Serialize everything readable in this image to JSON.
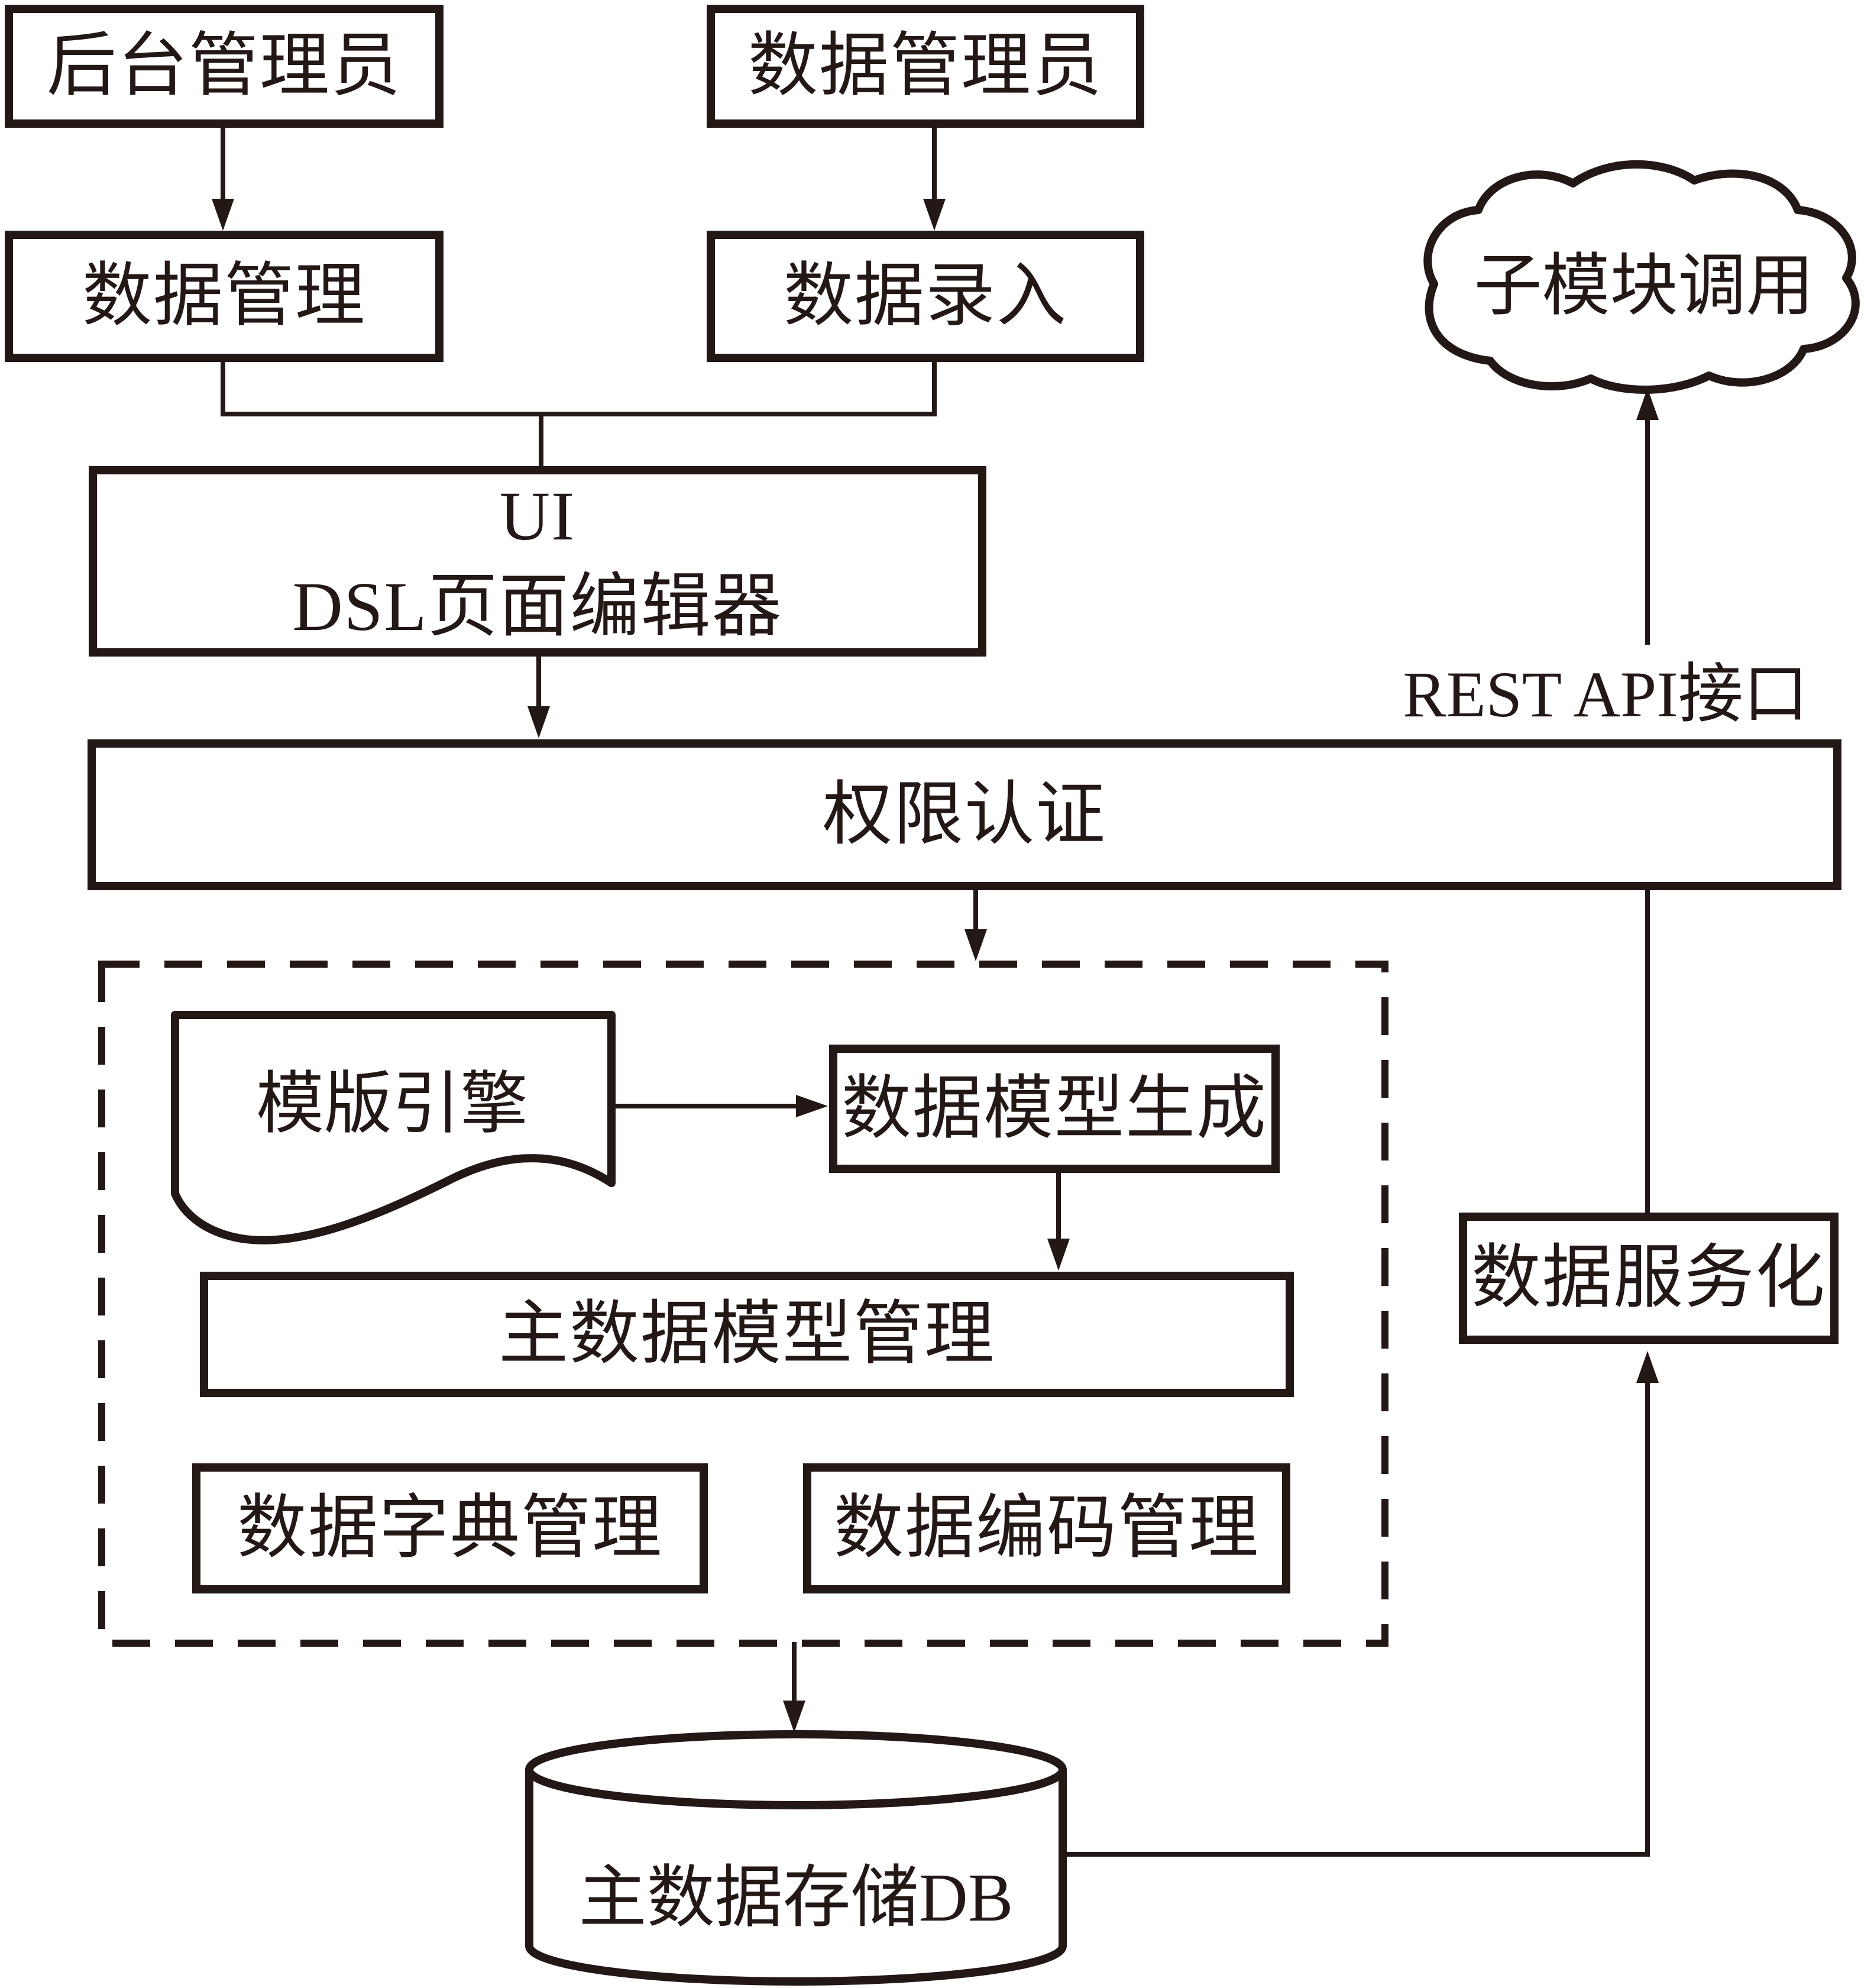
{
  "diagram": {
    "type": "architecture-flowchart",
    "language": "zh-CN",
    "colors": {
      "ink": "#231815",
      "background": "#ffffff"
    },
    "nodes": {
      "admin_backend": "后台管理员",
      "admin_data": "数据管理员",
      "data_mgmt": "数据管理",
      "data_entry": "数据录入",
      "ui_editor_line1": "UI",
      "ui_editor_line2": "DSL页面编辑器",
      "auth": "权限认证",
      "rest_api_label": "REST API接口",
      "cloud": "子模块调用",
      "template_engine": "模版引擎",
      "model_gen": "数据模型生成",
      "master_model": "主数据模型管理",
      "dict_mgmt": "数据字典管理",
      "code_mgmt": "数据编码管理",
      "service": "数据服务化",
      "db": "主数据存储DB"
    },
    "edges": [
      {
        "from": "后台管理员",
        "to": "数据管理",
        "type": "arrow"
      },
      {
        "from": "数据管理员",
        "to": "数据录入",
        "type": "arrow"
      },
      {
        "from": "数据管理+数据录入",
        "to": "UI DSL页面编辑器",
        "type": "merge-line"
      },
      {
        "from": "UI DSL页面编辑器",
        "to": "权限认证",
        "type": "arrow"
      },
      {
        "from": "权限认证",
        "to": "主数据管理虚线框",
        "type": "arrow"
      },
      {
        "from": "模版引擎",
        "to": "数据模型生成",
        "type": "arrow"
      },
      {
        "from": "数据模型生成",
        "to": "主数据模型管理",
        "type": "arrow"
      },
      {
        "from": "主数据管理虚线框",
        "to": "主数据存储DB",
        "type": "arrow"
      },
      {
        "from": "主数据存储DB",
        "to": "数据服务化",
        "type": "arrow"
      },
      {
        "from": "数据服务化",
        "to": "权限认证",
        "type": "line"
      },
      {
        "from": "权限认证(REST API接口)",
        "to": "子模块调用",
        "type": "arrow"
      }
    ]
  }
}
